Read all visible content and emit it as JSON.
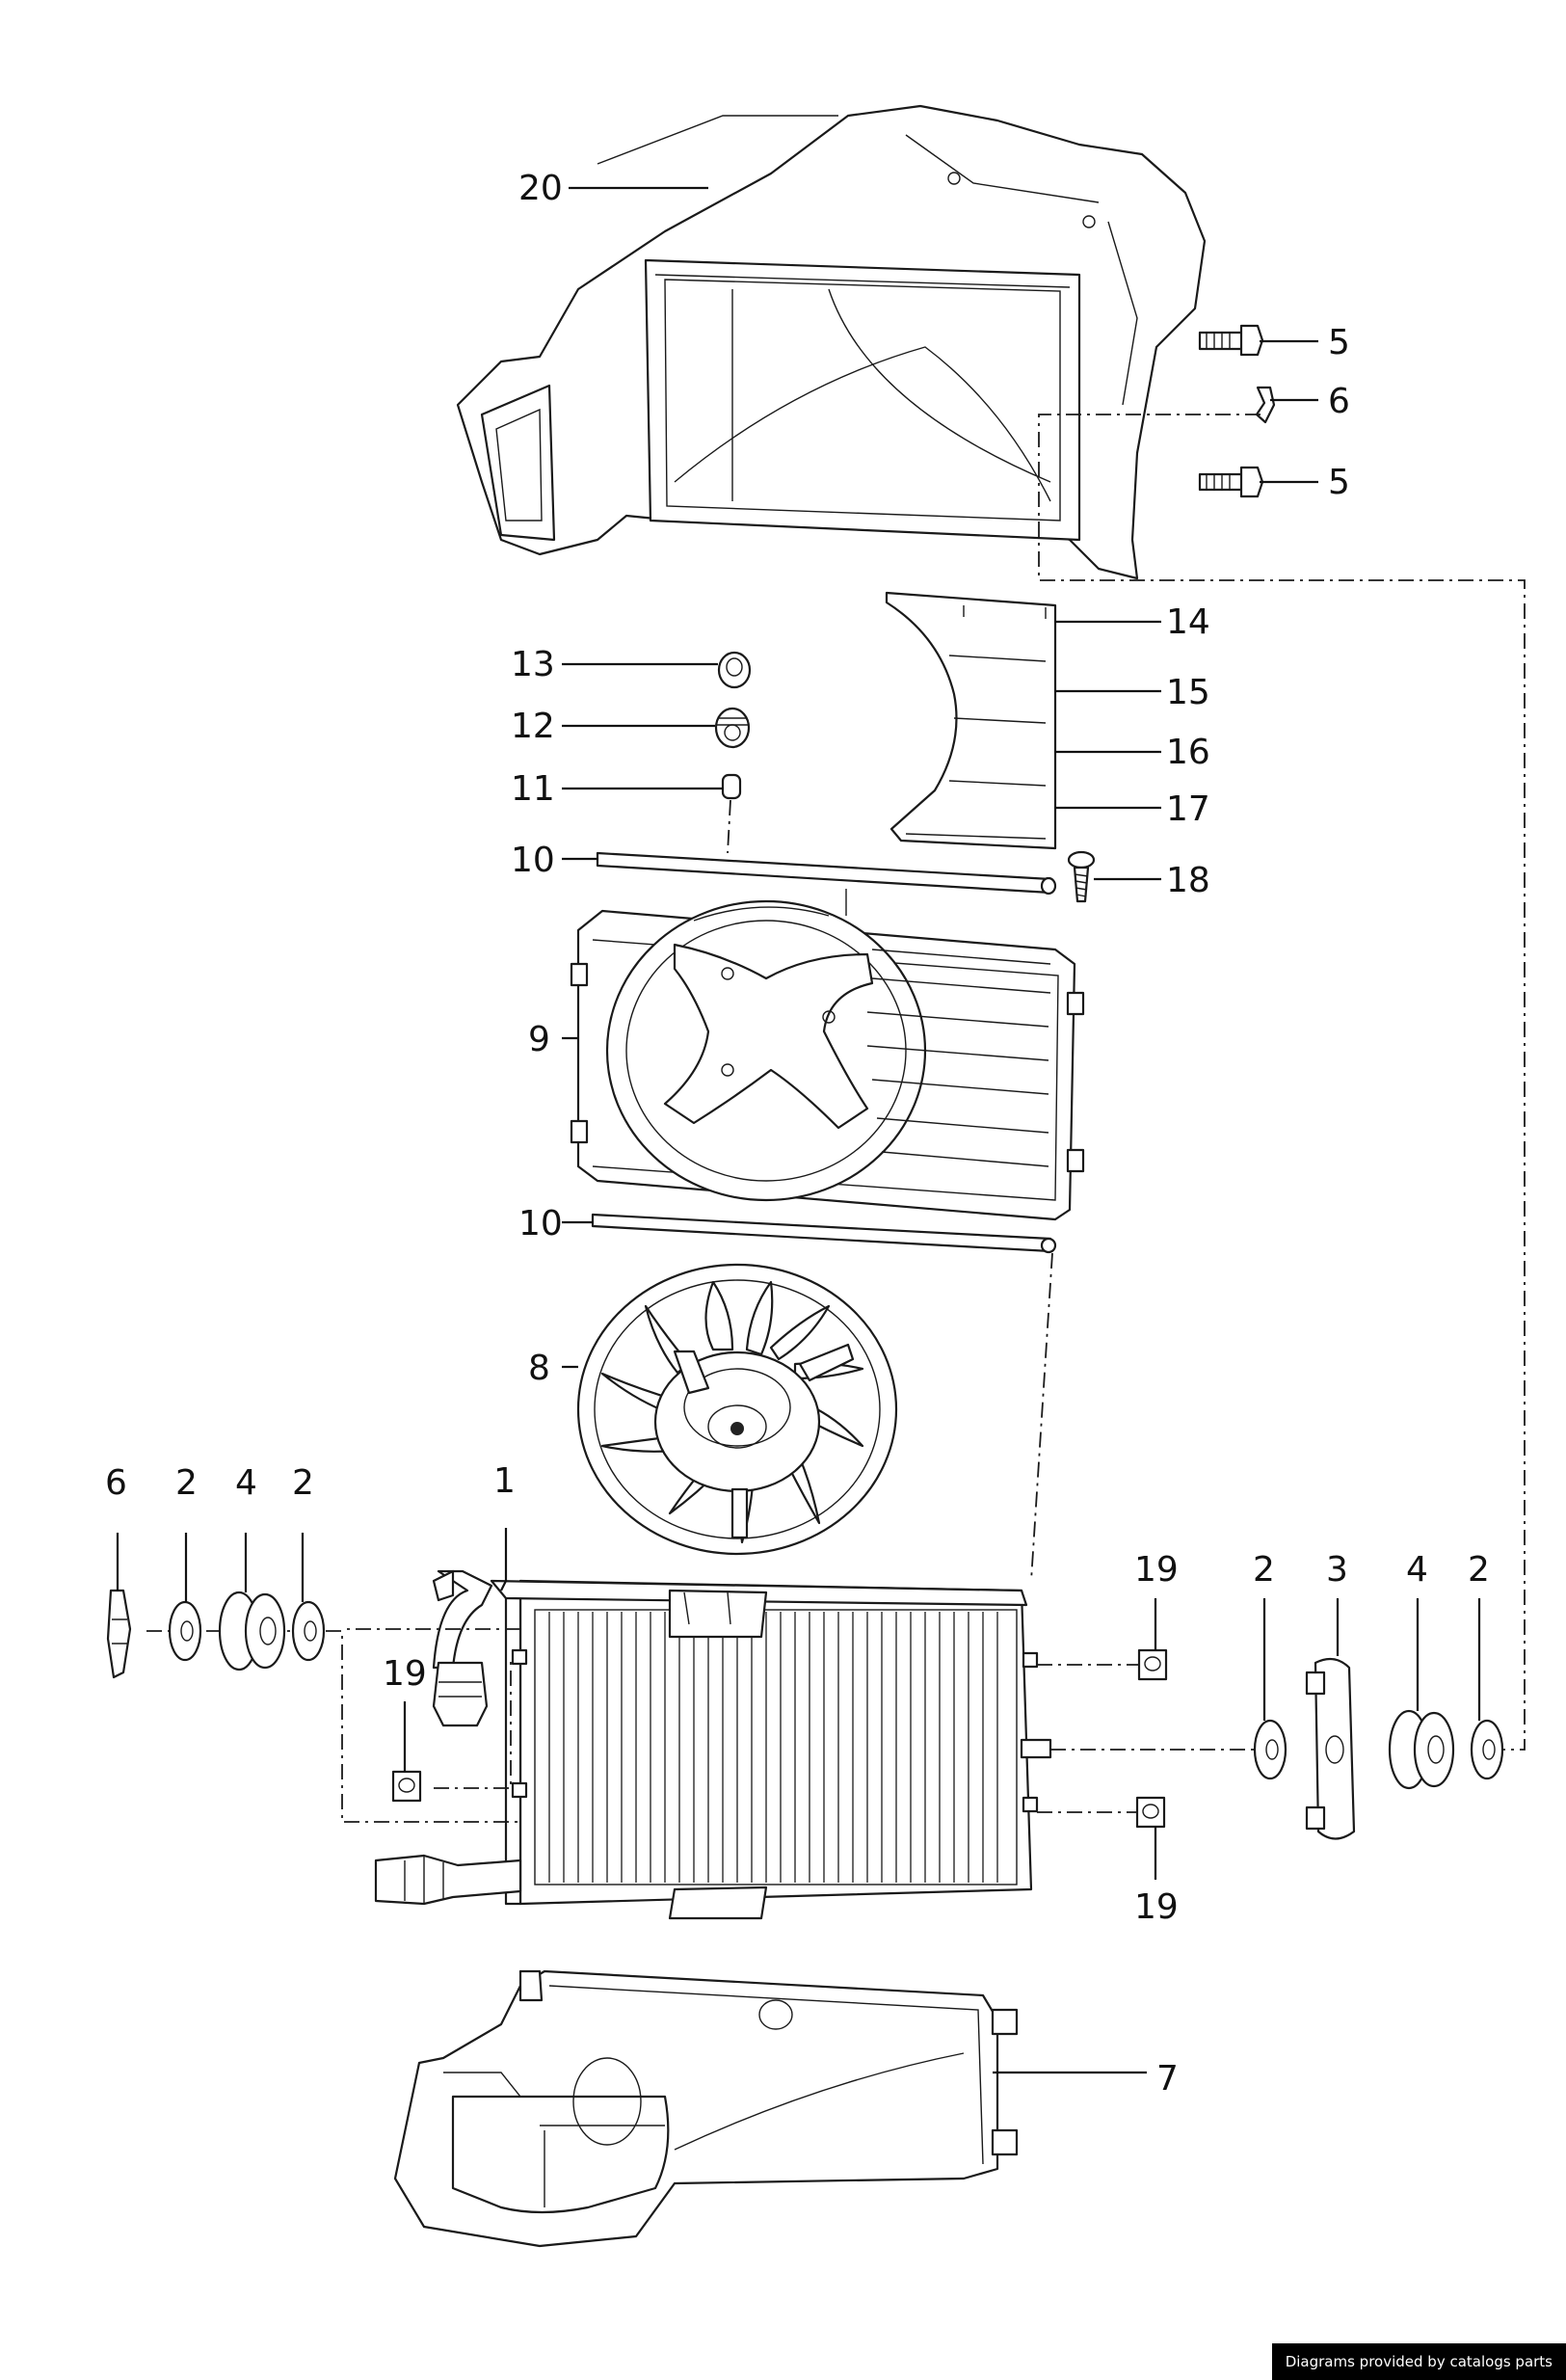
{
  "callouts": {
    "c20": "20",
    "c5a": "5",
    "c6a": "6",
    "c5b": "5",
    "c14": "14",
    "c15": "15",
    "c16": "16",
    "c17": "17",
    "c18": "18",
    "c13": "13",
    "c12": "12",
    "c11": "11",
    "c10a": "10",
    "c9": "9",
    "c10b": "10",
    "c8": "8",
    "c6b": "6",
    "c2a": "2",
    "c4a": "4",
    "c2b": "2",
    "c1": "1",
    "c19a": "19",
    "c19b": "19",
    "c19c": "19",
    "c2c": "2",
    "c3": "3",
    "c4b": "4",
    "c2d": "2",
    "c7": "7"
  },
  "footer": {
    "credit": "Diagrams provided by catalogs parts"
  }
}
